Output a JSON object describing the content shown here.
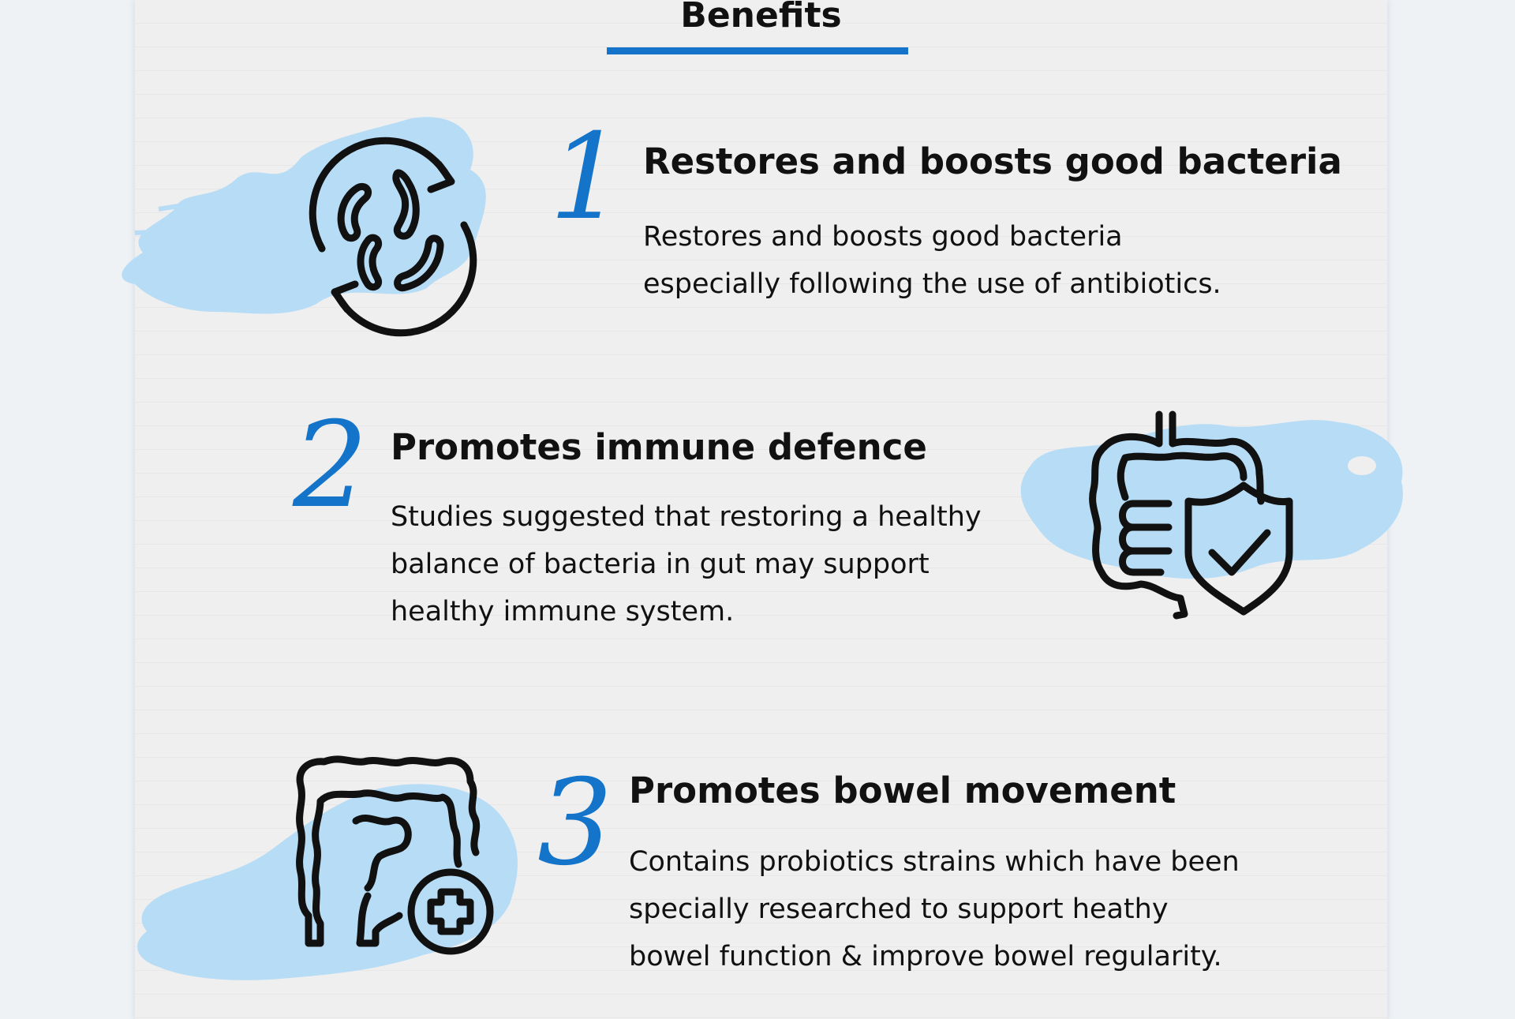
{
  "section_title": "Benefits",
  "colors": {
    "accent": "#1474c9",
    "blob": "#b7dcf6",
    "paper": "#efefef",
    "background": "#eef2f5",
    "text": "#111111"
  },
  "benefits": [
    {
      "number": "1",
      "icon": "bacteria-cycle-icon",
      "heading": "Restores and boosts good bacteria",
      "lines": [
        "Restores and boosts good bacteria",
        "especially following the use of antibiotics."
      ]
    },
    {
      "number": "2",
      "icon": "gut-shield-icon",
      "heading": "Promotes immune defence",
      "lines": [
        "Studies suggested that restoring a healthy",
        "balance of bacteria in gut may support",
        "healthy immune system."
      ]
    },
    {
      "number": "3",
      "icon": "bowel-plus-icon",
      "heading": "Promotes bowel movement",
      "lines": [
        "Contains probiotics strains which have been",
        "specially researched to support heathy",
        "bowel function & improve bowel regularity."
      ]
    }
  ]
}
